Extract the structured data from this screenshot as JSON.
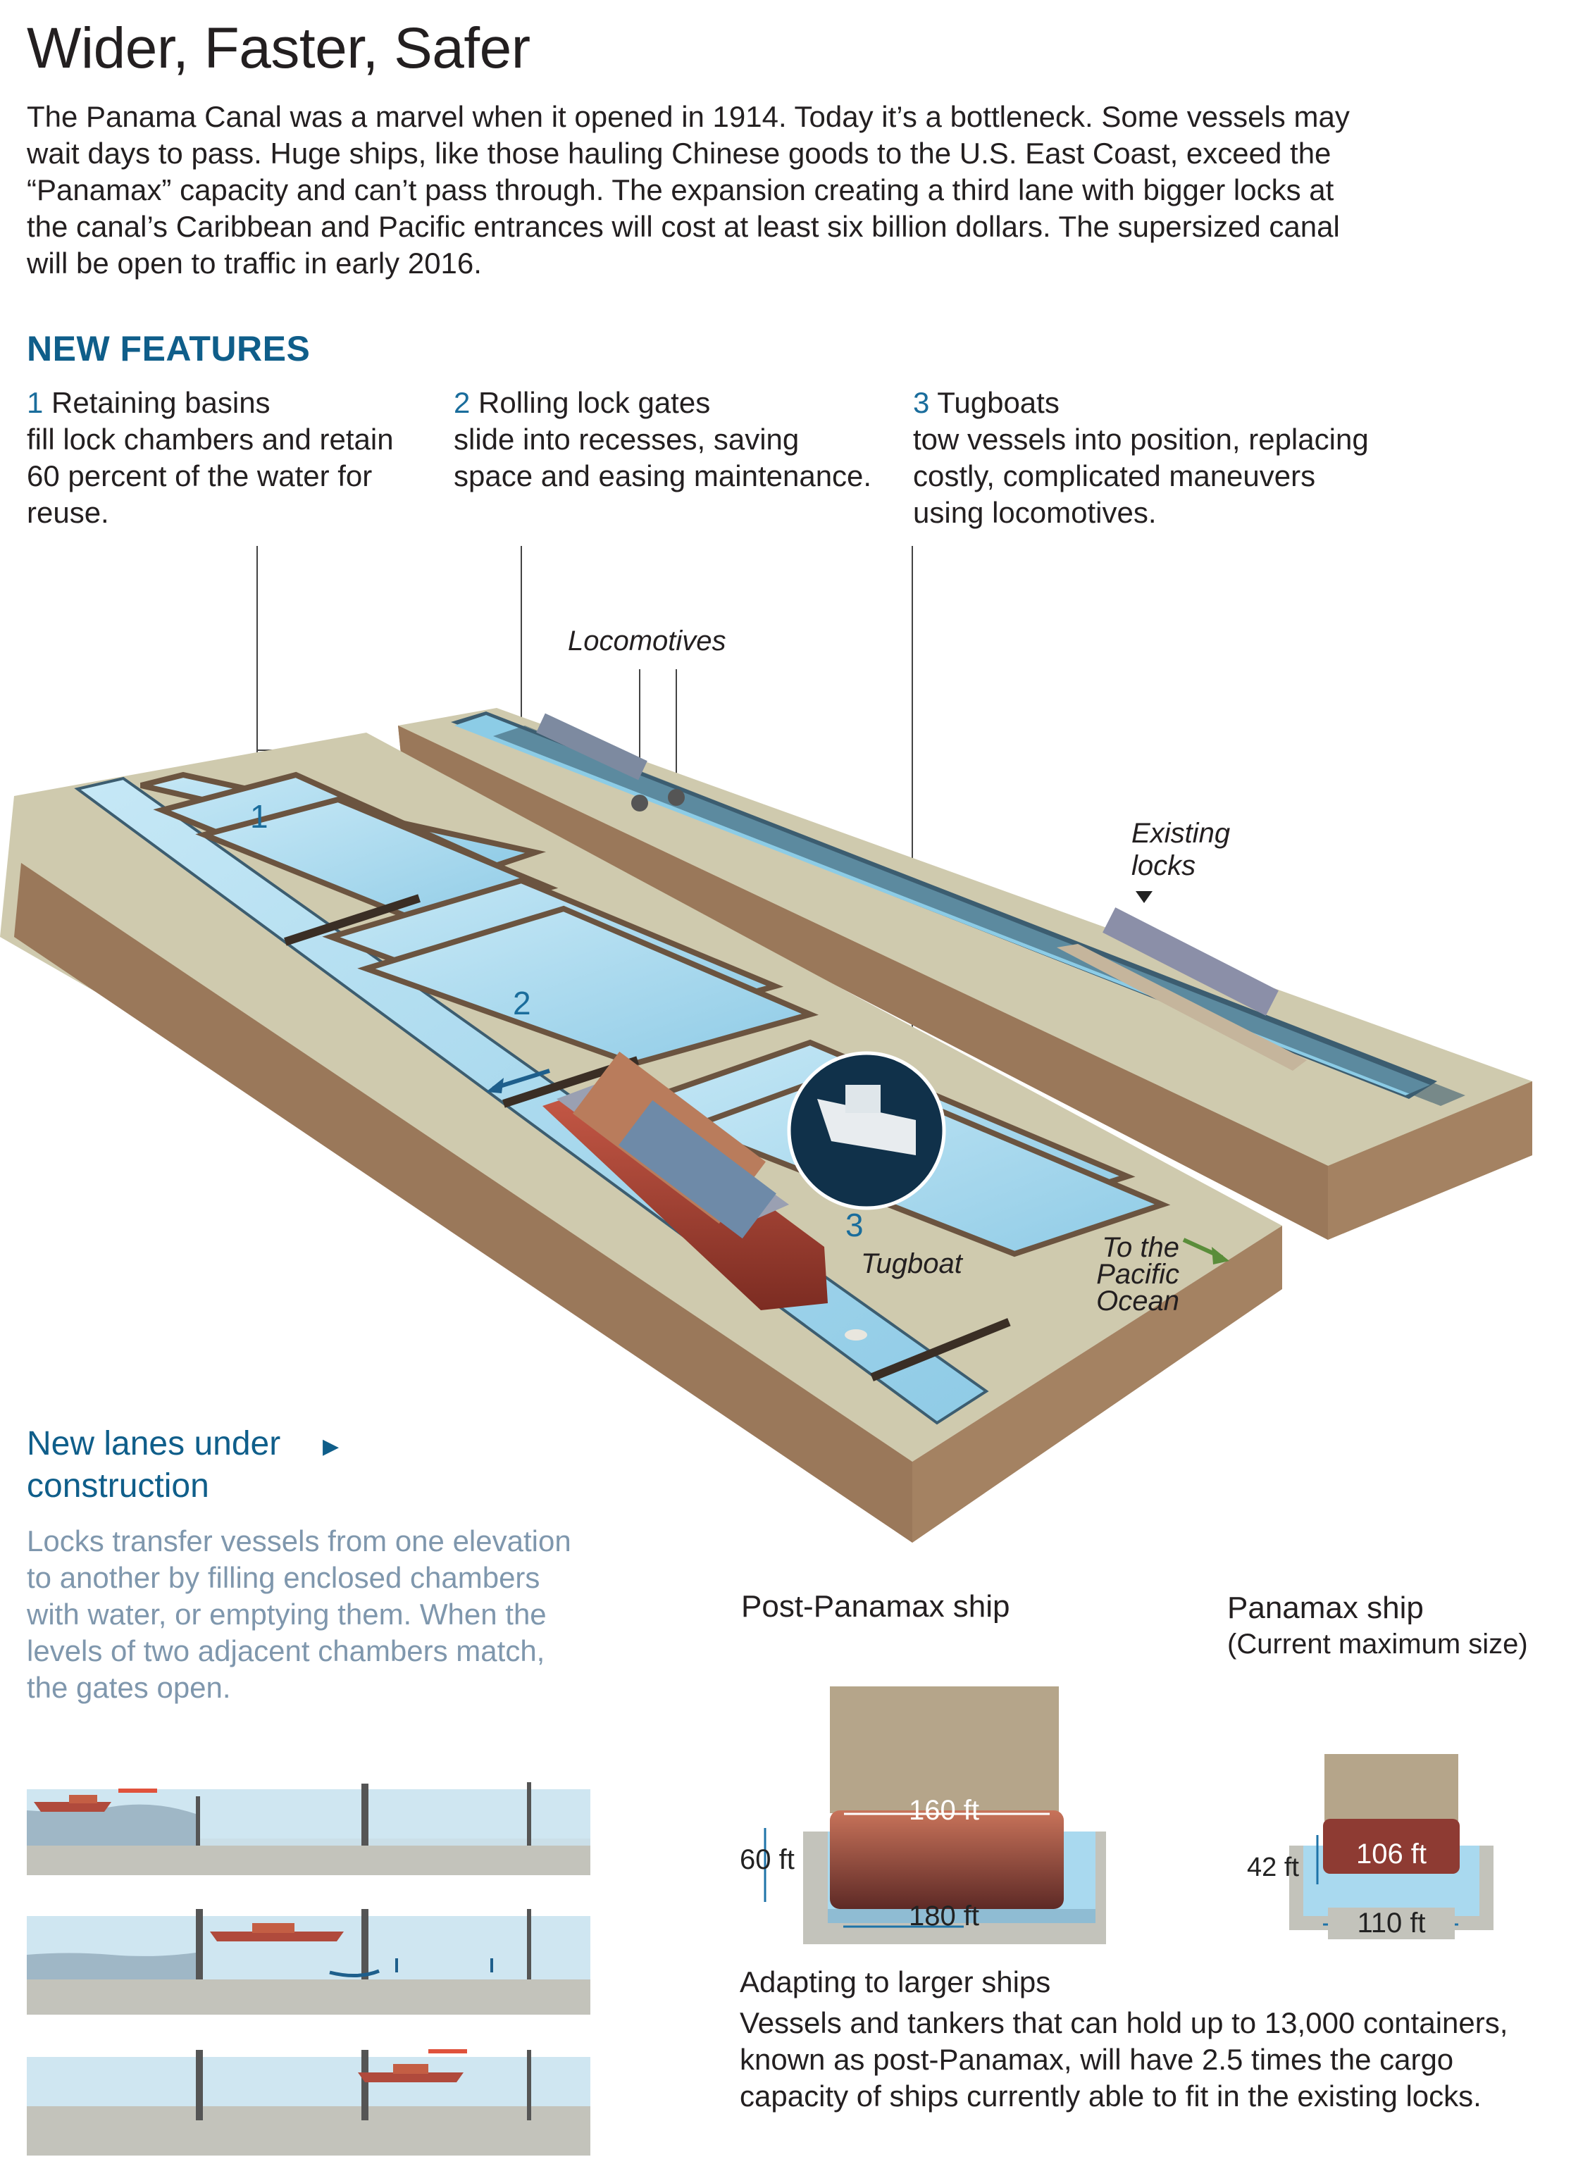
{
  "title": "Wider, Faster, Safer",
  "intro": "The Panama Canal was a marvel when it opened in 1914. Today it’s a bottleneck. Some vessels may wait days to pass. Huge ships, like those hauling Chinese goods to the U.S. East Coast, exceed the “Panamax” capacity and can’t pass through. The expansion creating a third lane with bigger locks at the canal’s Caribbean and Pacific entrances will cost at least six billion dollars. The supersized canal will be open to traffic in early 2016.",
  "new_features": {
    "heading": "NEW FEATURES",
    "items": [
      {
        "num": "1",
        "head": "Retaining basins",
        "body": "fill lock chambers and retain 60 percent of the water for reuse."
      },
      {
        "num": "2",
        "head": "Rolling lock gates",
        "body": "slide into recesses, saving space and easing maintenance."
      },
      {
        "num": "3",
        "head": "Tugboats",
        "body": "tow vessels into position, replacing costly, complicated maneuvers using locomotives."
      }
    ]
  },
  "diagram_labels": {
    "locomotives": "Locomotives",
    "existing_locks": "Existing locks",
    "tugboat": "Tugboat",
    "to_pacific": "To the Pacific Ocean",
    "marker1": "1",
    "marker2": "2",
    "marker3": "3"
  },
  "new_lanes": {
    "heading": "New lanes under construction",
    "body": "Locks transfer vessels from one elevation to another by filling enclosed chambers with water, or emptying them. When the levels of two adjacent chambers match, the gates open."
  },
  "post_panamax": {
    "title": "Post-Panamax ship",
    "beam": "160 ft",
    "lock_width": "180 ft",
    "depth": "60 ft"
  },
  "panamax": {
    "title": "Panamax ship",
    "subtitle": "(Current maximum size)",
    "beam": "106 ft",
    "lock_width": "110 ft",
    "depth": "42 ft"
  },
  "adapting": {
    "heading": "Adapting to larger ships",
    "body": "Vessels and tankers that can hold up to 13,000 containers, known as post-Panamax, will have 2.5 times the cargo capacity of ships currently able to fit in the existing locks."
  },
  "colors": {
    "accent": "#0f5e8a",
    "water": "#a9d9ef",
    "ground": "#cbc6a8",
    "hull": "#b04a3c",
    "grey_text": "#7f97ad"
  }
}
